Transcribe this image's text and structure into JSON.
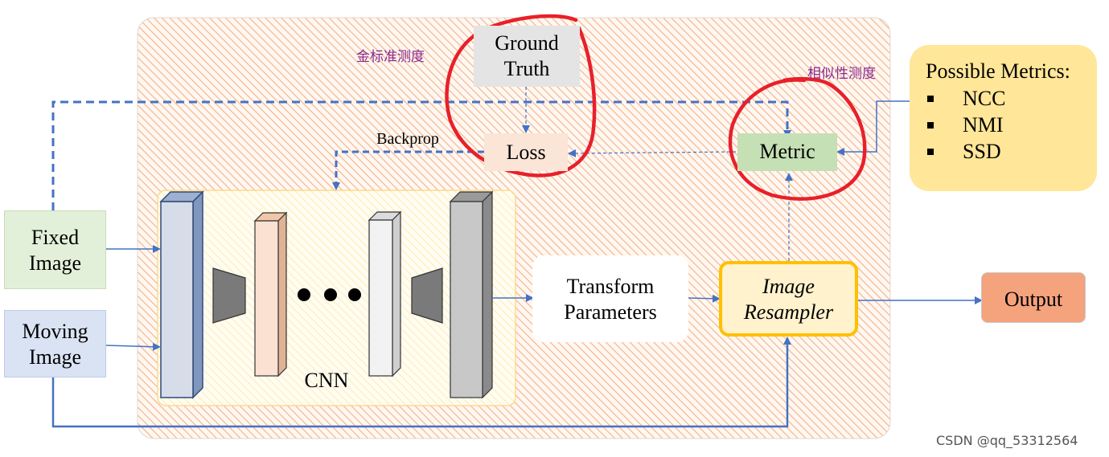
{
  "labels": {
    "ground_truth": [
      "Ground",
      "Truth"
    ],
    "loss": "Loss",
    "metric": "Metric",
    "backprop": "Backprop",
    "fixed_image": [
      "Fixed",
      "Image"
    ],
    "moving_image": [
      "Moving",
      "Image"
    ],
    "cnn": "CNN",
    "transform_parameters": [
      "Transform",
      "Parameters"
    ],
    "image_resampler": [
      "Image",
      "Resampler"
    ],
    "output": "Output"
  },
  "annotations": {
    "gold_standard": "金标准测度",
    "similarity": "相似性测度"
  },
  "possible_metrics": {
    "title": "Possible Metrics:",
    "items": [
      "NCC",
      "NMI",
      "SSD"
    ]
  },
  "watermark": "CSDN @qq_53312564",
  "colors": {
    "arrow_blue": "#4472c4",
    "hatch_orange": "#f4b183",
    "annotation_red": "#e8202a",
    "annotation_text": "#8b2a8b",
    "resampler_border": "#ffc000",
    "output_fill": "#f4a37c",
    "metric_fill": "#c5e0b4",
    "fixed_fill": "#e2f0d9",
    "moving_fill": "#dae3f3",
    "possible_metrics_fill": "#ffe699"
  }
}
